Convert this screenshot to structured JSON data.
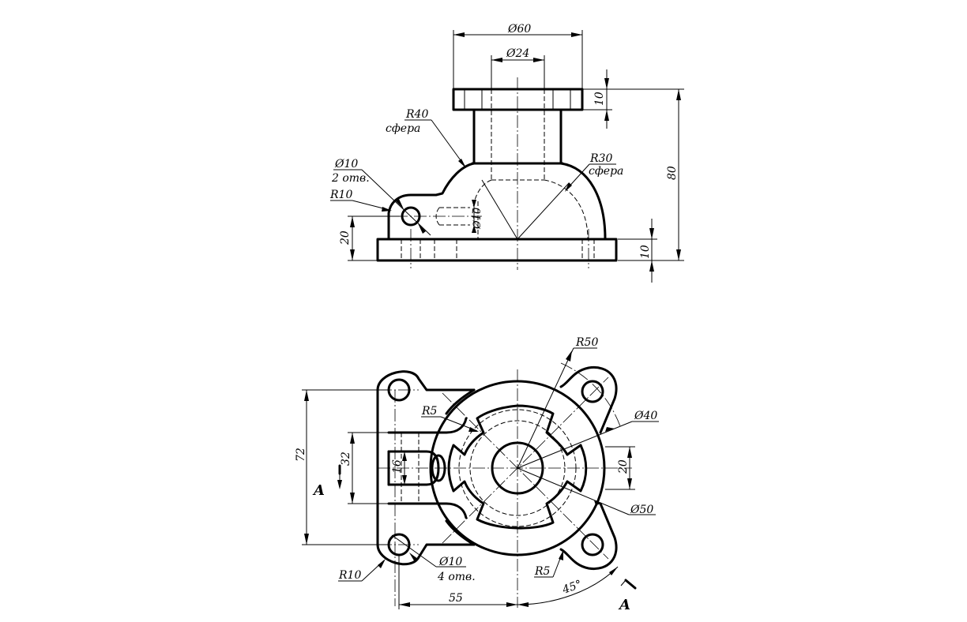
{
  "front_view": {
    "dim_d60": "Ø60",
    "dim_d24": "Ø24",
    "dim_flange_10": "10",
    "dim_total_80": "80",
    "dim_base_10": "10",
    "dim_hole_height_20": "20",
    "dim_slot_d10": "Ø10",
    "label_r40": "R40",
    "label_r40_note": "сфера",
    "label_r30": "R30",
    "label_r30_note": "сфера",
    "label_d10": "Ø10",
    "label_d10_note": "2 отв.",
    "label_r10": "R10"
  },
  "top_view": {
    "label_r50": "R50",
    "label_d40": "Ø40",
    "label_d50": "Ø50",
    "label_r5_top": "R5",
    "label_r5_bottom": "R5",
    "label_r10": "R10",
    "label_d10": "Ø10",
    "label_d10_note": "4 отв.",
    "dim_72": "72",
    "dim_32": "32",
    "dim_16": "16",
    "dim_20": "20",
    "dim_55": "55",
    "dim_45": "45°",
    "section_left": "A",
    "section_right": "A"
  }
}
